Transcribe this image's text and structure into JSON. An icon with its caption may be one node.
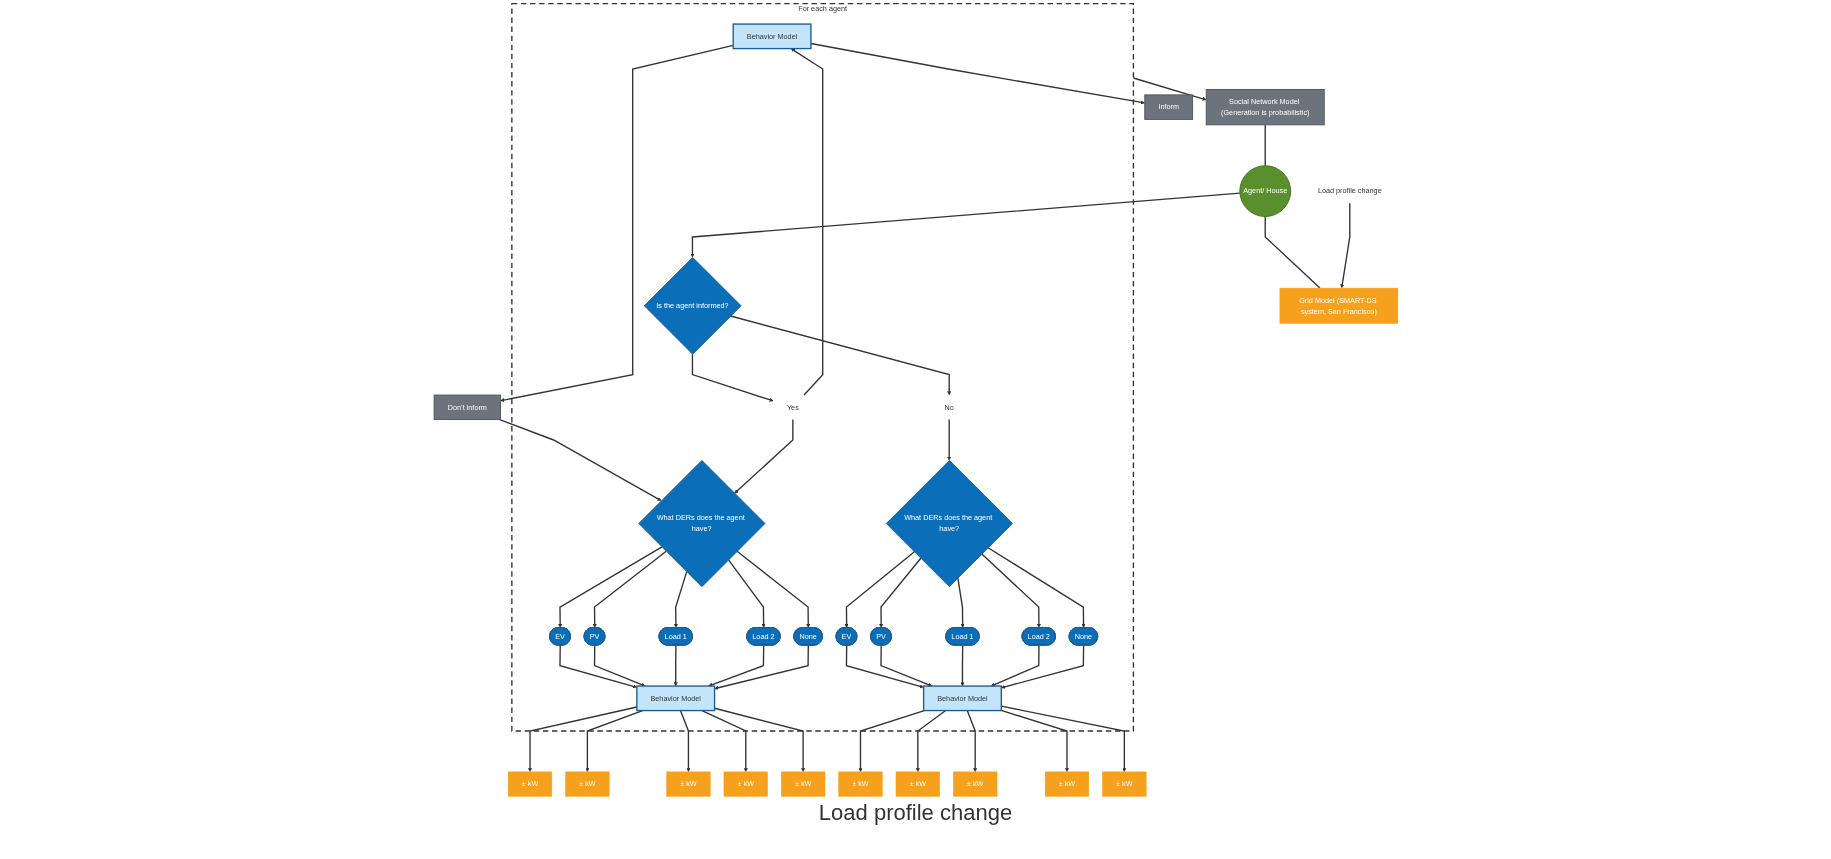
{
  "diagram": {
    "nodes": [
      {
        "text": [
          "Social Network Model (Generation is probabilistic)"
        ]
      },
      {
        "text": [
          "Agent/ House"
        ]
      },
      {
        "text": [
          "Grid Model (SMART-DS system, San Francisco)"
        ]
      },
      {
        "text": [
          "For each agent"
        ]
      },
      {
        "text": [
          "Inform"
        ]
      },
      {
        "text": [
          "Don’t inform"
        ]
      },
      {
        "text": [
          "Behavior Model"
        ],
        "in": 3
      },
      {
        "text": [
          "Yes"
        ],
        "in": 3
      },
      {
        "text": [
          "Is the agent informed?"
        ],
        "in": 3
      },
      {
        "text": [
          "No"
        ],
        "in": 3
      },
      {
        "text": [
          "What DERs does the agent have?"
        ],
        "in": 3
      },
      {
        "text": [
          "What DERs does the agent have?"
        ],
        "in": 3
      },
      {
        "text": [
          "EV"
        ],
        "in": 3
      },
      {
        "text": [
          "PV"
        ],
        "in": 3
      },
      {
        "text": [
          "Load 1"
        ],
        "in": 3
      },
      {
        "text": [
          "Load 2"
        ],
        "in": 3
      },
      {
        "text": [
          "None"
        ],
        "in": 3
      },
      {
        "text": [
          "EV"
        ],
        "in": 3
      },
      {
        "text": [
          "PV"
        ],
        "in": 3
      },
      {
        "text": [
          "Load 1"
        ],
        "in": 3
      },
      {
        "text": [
          "Load 2"
        ],
        "in": 3
      },
      {
        "text": [
          "None"
        ],
        "in": 3
      },
      {
        "text": [
          "Behavior Model"
        ],
        "in": 3
      },
      {
        "text": [
          "Behavior Model"
        ],
        "in": 3
      },
      {
        "text": [
          "± kW"
        ]
      },
      {
        "text": [
          "± kW"
        ]
      },
      {
        "text": [
          "± kW"
        ]
      },
      {
        "text": [
          "± kW"
        ]
      },
      {
        "text": [
          "± kW"
        ]
      },
      {
        "text": [
          "± kW"
        ]
      },
      {
        "text": [
          "± kW"
        ]
      },
      {
        "text": [
          "± kW"
        ]
      },
      {
        "text": [
          "± kW"
        ]
      },
      {
        "text": [
          "± kW"
        ]
      },
      {
        "text": [
          "Load profile change"
        ]
      }
    ],
    "edges": [
      {
        "from": 0,
        "to": 1,
        "arrow": "none"
      },
      {
        "from": 1,
        "to": 2,
        "arrow": "none"
      },
      {
        "from": 1,
        "to": 8,
        "arrow": "to"
      },
      {
        "from": 8,
        "to": 7,
        "arrow": "to"
      },
      {
        "from": 8,
        "to": 9,
        "arrow": "to"
      },
      {
        "from": 7,
        "to": 6,
        "arrow": "to"
      },
      {
        "from": 6,
        "to": 4,
        "arrow": "to"
      },
      {
        "from": 6,
        "to": 5,
        "arrow": "to"
      },
      {
        "from": 5,
        "to": 10,
        "arrow": "to"
      },
      {
        "from": 7,
        "to": 10,
        "arrow": "to"
      },
      {
        "from": 9,
        "to": 11,
        "arrow": "to"
      },
      {
        "from": 10,
        "to": 12,
        "arrow": "to"
      },
      {
        "from": 10,
        "to": 13,
        "arrow": "to"
      },
      {
        "from": 10,
        "to": 14,
        "arrow": "to"
      },
      {
        "from": 10,
        "to": 15,
        "arrow": "to"
      },
      {
        "from": 10,
        "to": 16,
        "arrow": "to"
      },
      {
        "from": 11,
        "to": 17,
        "arrow": "to"
      },
      {
        "from": 11,
        "to": 18,
        "arrow": "to"
      },
      {
        "from": 11,
        "to": 19,
        "arrow": "to"
      },
      {
        "from": 11,
        "to": 20,
        "arrow": "to"
      },
      {
        "from": 11,
        "to": 21,
        "arrow": "to"
      },
      {
        "from": 12,
        "to": 22,
        "arrow": "to"
      },
      {
        "from": 13,
        "to": 22,
        "arrow": "to"
      },
      {
        "from": 14,
        "to": 22,
        "arrow": "to"
      },
      {
        "from": 15,
        "to": 22,
        "arrow": "to"
      },
      {
        "from": 16,
        "to": 22,
        "arrow": "to"
      },
      {
        "from": 17,
        "to": 23,
        "arrow": "to"
      },
      {
        "from": 18,
        "to": 23,
        "arrow": "to"
      },
      {
        "from": 19,
        "to": 23,
        "arrow": "to"
      },
      {
        "from": 20,
        "to": 23,
        "arrow": "to"
      },
      {
        "from": 21,
        "to": 23,
        "arrow": "to"
      },
      {
        "from": 22,
        "to": 24,
        "arrow": "to"
      },
      {
        "from": 22,
        "to": 25,
        "arrow": "to"
      },
      {
        "from": 22,
        "to": 26,
        "arrow": "to"
      },
      {
        "from": 22,
        "to": 27,
        "arrow": "to"
      },
      {
        "from": 22,
        "to": 28,
        "arrow": "to"
      },
      {
        "from": 23,
        "to": 29,
        "arrow": "to"
      },
      {
        "from": 23,
        "to": 30,
        "arrow": "to"
      },
      {
        "from": 23,
        "to": 31,
        "arrow": "to"
      },
      {
        "from": 23,
        "to": 32,
        "arrow": "to"
      },
      {
        "from": 23,
        "to": 33,
        "arrow": "to"
      },
      {
        "from": 3,
        "to": 0,
        "arrow": "to"
      },
      {
        "from": 34,
        "to": 2,
        "arrow": "to"
      }
    ],
    "labels": [
      "Load profile change"
    ]
  }
}
